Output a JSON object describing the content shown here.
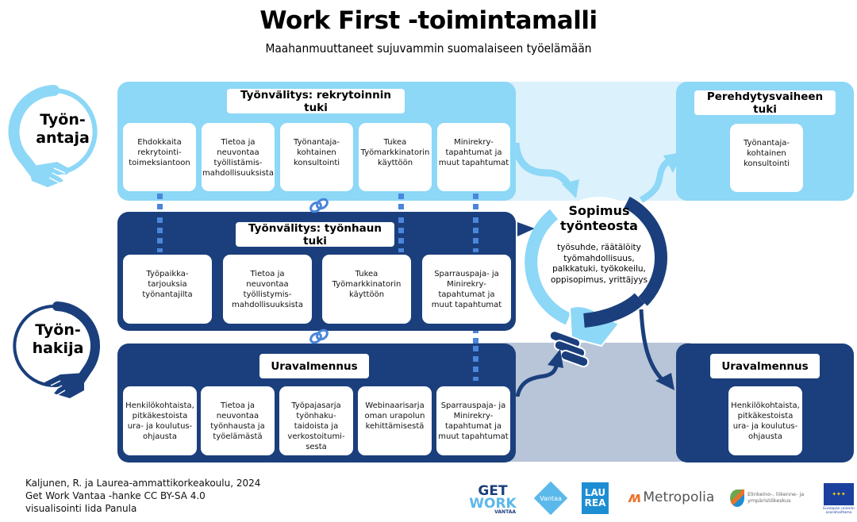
{
  "header": {
    "title": "Work First -toimintamalli",
    "subtitle": "Maahanmuuttaneet sujuvammin suomalaiseen työelämään"
  },
  "roles": {
    "employer": {
      "line1": "Työn-",
      "line2": "antaja"
    },
    "jobseeker": {
      "line1": "Työn-",
      "line2": "hakija"
    }
  },
  "sections": {
    "recruitment": {
      "heading": "Työnvälitys: rekrytoinnin tuki",
      "cards": [
        [
          "Ehdokkaita",
          "rekrytointi-",
          "toimeksiantoon"
        ],
        [
          "Tietoa ja",
          "neuvontaa",
          "työllistämis-",
          "mahdollisuuksista"
        ],
        [
          "Työnantaja-",
          "kohtainen",
          "konsultointi"
        ],
        [
          "Tukea",
          "Työmarkkinatorin",
          "käyttöön"
        ],
        [
          "Minirekry-",
          "tapahtumat ja",
          "muut tapahtumat"
        ]
      ]
    },
    "jobsearch": {
      "heading": "Työnvälitys: työnhaun tuki",
      "cards": [
        [
          "Työpaikka-",
          "tarjouksia",
          "työnantajilta"
        ],
        [
          "Tietoa ja",
          "neuvontaa",
          "työllistymis-",
          "mahdollisuuksista"
        ],
        [
          "Tukea",
          "Työmarkkinatorin",
          "käyttöön"
        ],
        [
          "Sparrauspaja- ja",
          "Minirekry-",
          "tapahtumat ja",
          "muut tapahtumat"
        ]
      ]
    },
    "career": {
      "heading": "Uravalmennus",
      "cards": [
        [
          "Henkilökohtaista,",
          "pitkäkestoista",
          "ura- ja koulutus-",
          "ohjausta"
        ],
        [
          "Tietoa ja",
          "neuvontaa",
          "työnhausta ja",
          "työelämästä"
        ],
        [
          "Työpajasarja",
          "työnhaku-",
          "taidoista ja",
          "verkostoitumi-",
          "sesta"
        ],
        [
          "Webinaarisarja",
          "oman urapolun",
          "kehittämisestä"
        ],
        [
          "Sparrauspaja- ja",
          "Minirekry-",
          "tapahtumat ja",
          "muut tapahtumat"
        ]
      ]
    },
    "orientation": {
      "heading": "Perehdytysvaiheen tuki",
      "cards": [
        [
          "Työnantaja-",
          "kohtainen",
          "konsultointi"
        ]
      ]
    },
    "career_after": {
      "heading": "Uravalmennus",
      "cards": [
        [
          "Henkilökohtaista,",
          "pitkäkestoista",
          "ura- ja koulutus-",
          "ohjausta"
        ]
      ]
    }
  },
  "contract": {
    "title_line1": "Sopimus",
    "title_line2": "työnteosta",
    "lines": [
      "työsuhde, räätälöity",
      "työmahdollisuus,",
      "palkkatuki, työkokeilu,",
      "oppisopimus, yrittäjyys"
    ]
  },
  "footer": {
    "lines": [
      "Kaljunen, R. ja Laurea-ammattikorkeakoulu, 2024",
      "Get Work Vantaa -hanke CC BY-SA 4.0",
      "visualisointi Iida Panula"
    ]
  },
  "logos": {
    "getwork": {
      "l1": "GET",
      "l2": "WORK",
      "l3": "VANTAA"
    },
    "vantaa": "Vantaa",
    "laurea": {
      "l1": "LAU",
      "l2": "REA"
    },
    "metropolia": "Metropolia",
    "ely": {
      "l1": "Elinkeino-, liikenne- ja",
      "l2": "ympäristökeskus"
    },
    "eu": {
      "l1": "Euroopan unionin",
      "l2": "osarahoittama"
    }
  },
  "colors": {
    "light_blue": "#8dd7f7",
    "pale_blue": "#dbf1fc",
    "dark_blue": "#1b3f7c",
    "grey_band": "#b8c4d8",
    "dot_blue": "#4a86db"
  }
}
